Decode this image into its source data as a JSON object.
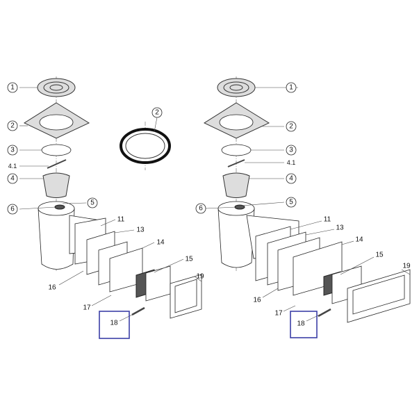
{
  "left": {
    "labels": {
      "p1": "1",
      "p2": "2",
      "p3": "3",
      "p41": "4.1",
      "p4": "4",
      "p5": "5",
      "p6": "6",
      "p11": "11",
      "p13": "13",
      "p14": "14",
      "p15": "15",
      "p16": "16",
      "p17": "17",
      "p18": "18",
      "p19": "19"
    }
  },
  "middle": {
    "labels": {
      "p2": "2"
    }
  },
  "right": {
    "labels": {
      "p1": "1",
      "p2": "2",
      "p3": "3",
      "p41": "4.1",
      "p4": "4",
      "p5": "5",
      "p6": "6",
      "p11": "11",
      "p13": "13",
      "p14": "14",
      "p15": "15",
      "p16": "16",
      "p17": "17",
      "p18": "18",
      "p19": "19"
    }
  },
  "colors": {
    "highlight": "#3b3fa6"
  }
}
